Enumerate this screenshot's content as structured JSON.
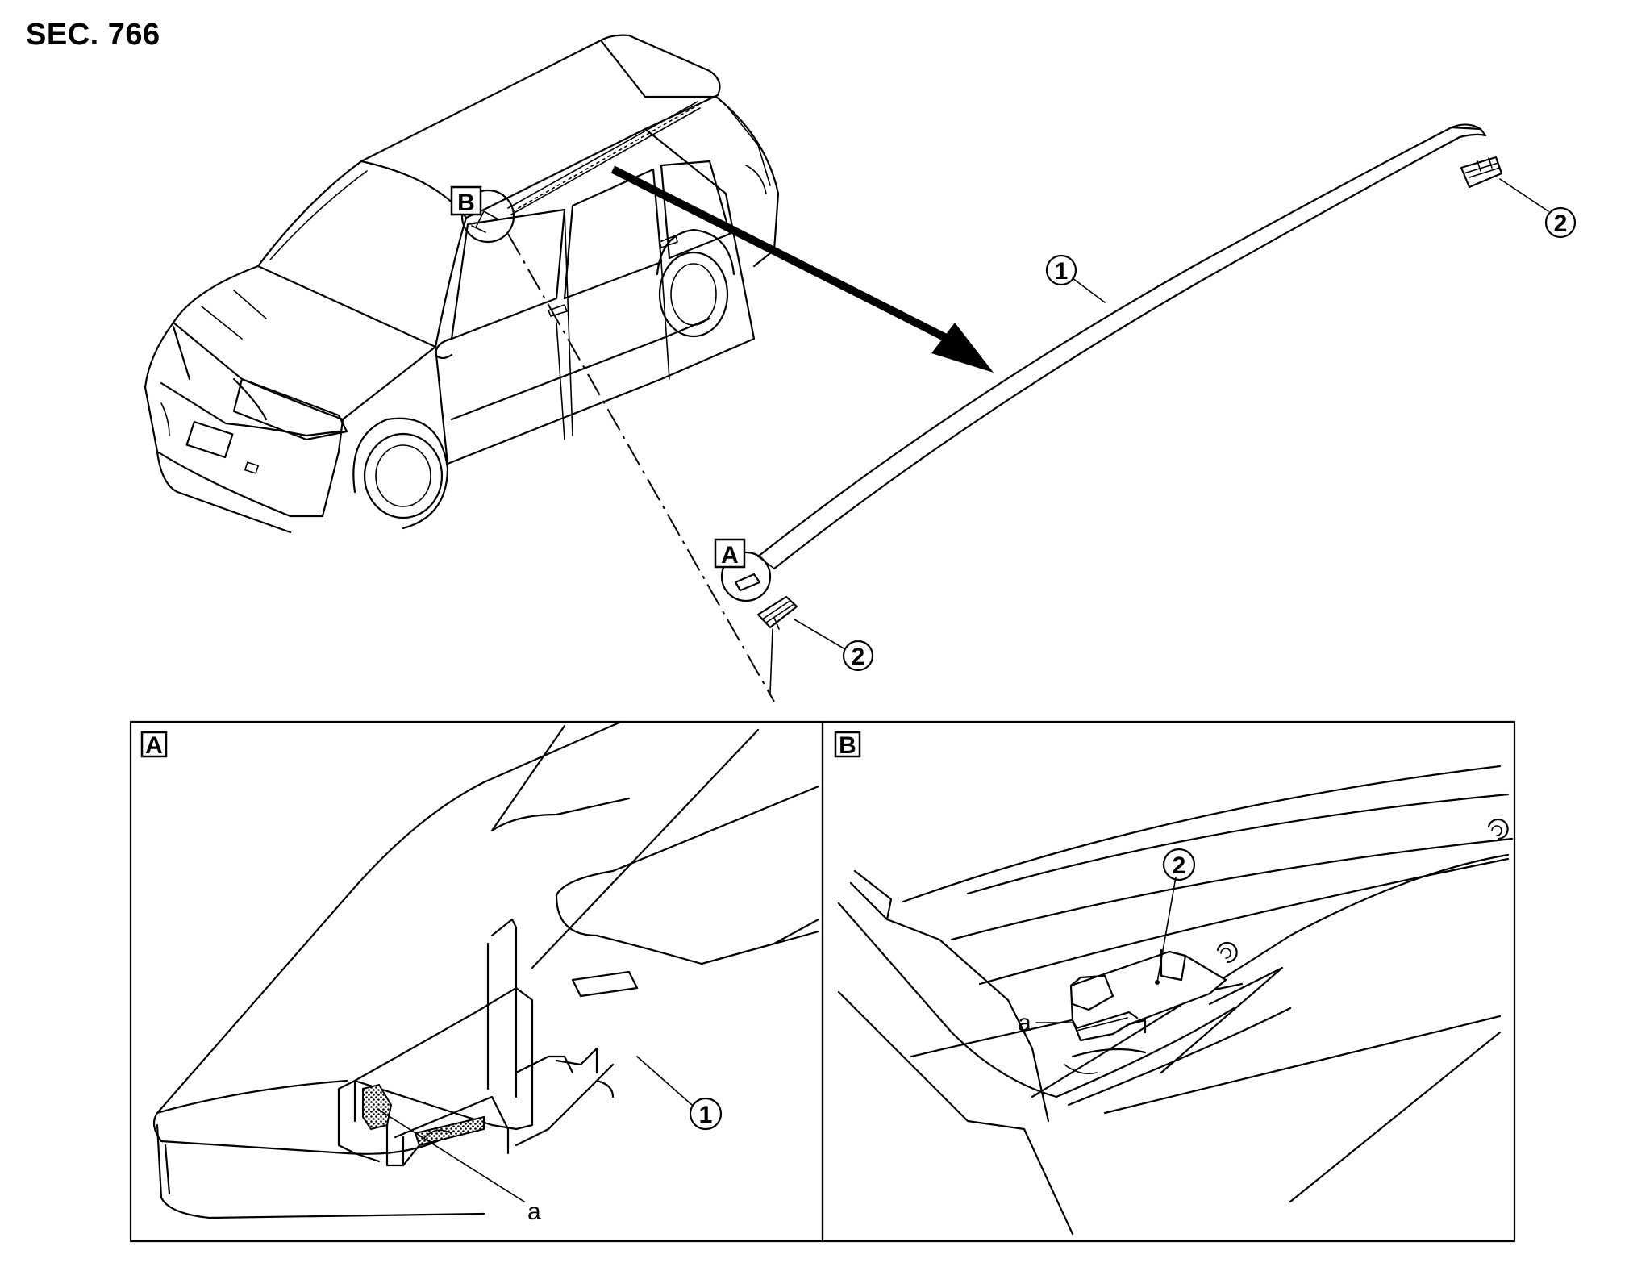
{
  "section_label": "SEC. 766",
  "callouts": {
    "part_1": "1",
    "part_2": "2",
    "detail_a": "A",
    "detail_b": "B",
    "point_a": "a"
  },
  "panels": [
    {
      "id": "A",
      "label": "A"
    },
    {
      "id": "B",
      "label": "B"
    }
  ]
}
